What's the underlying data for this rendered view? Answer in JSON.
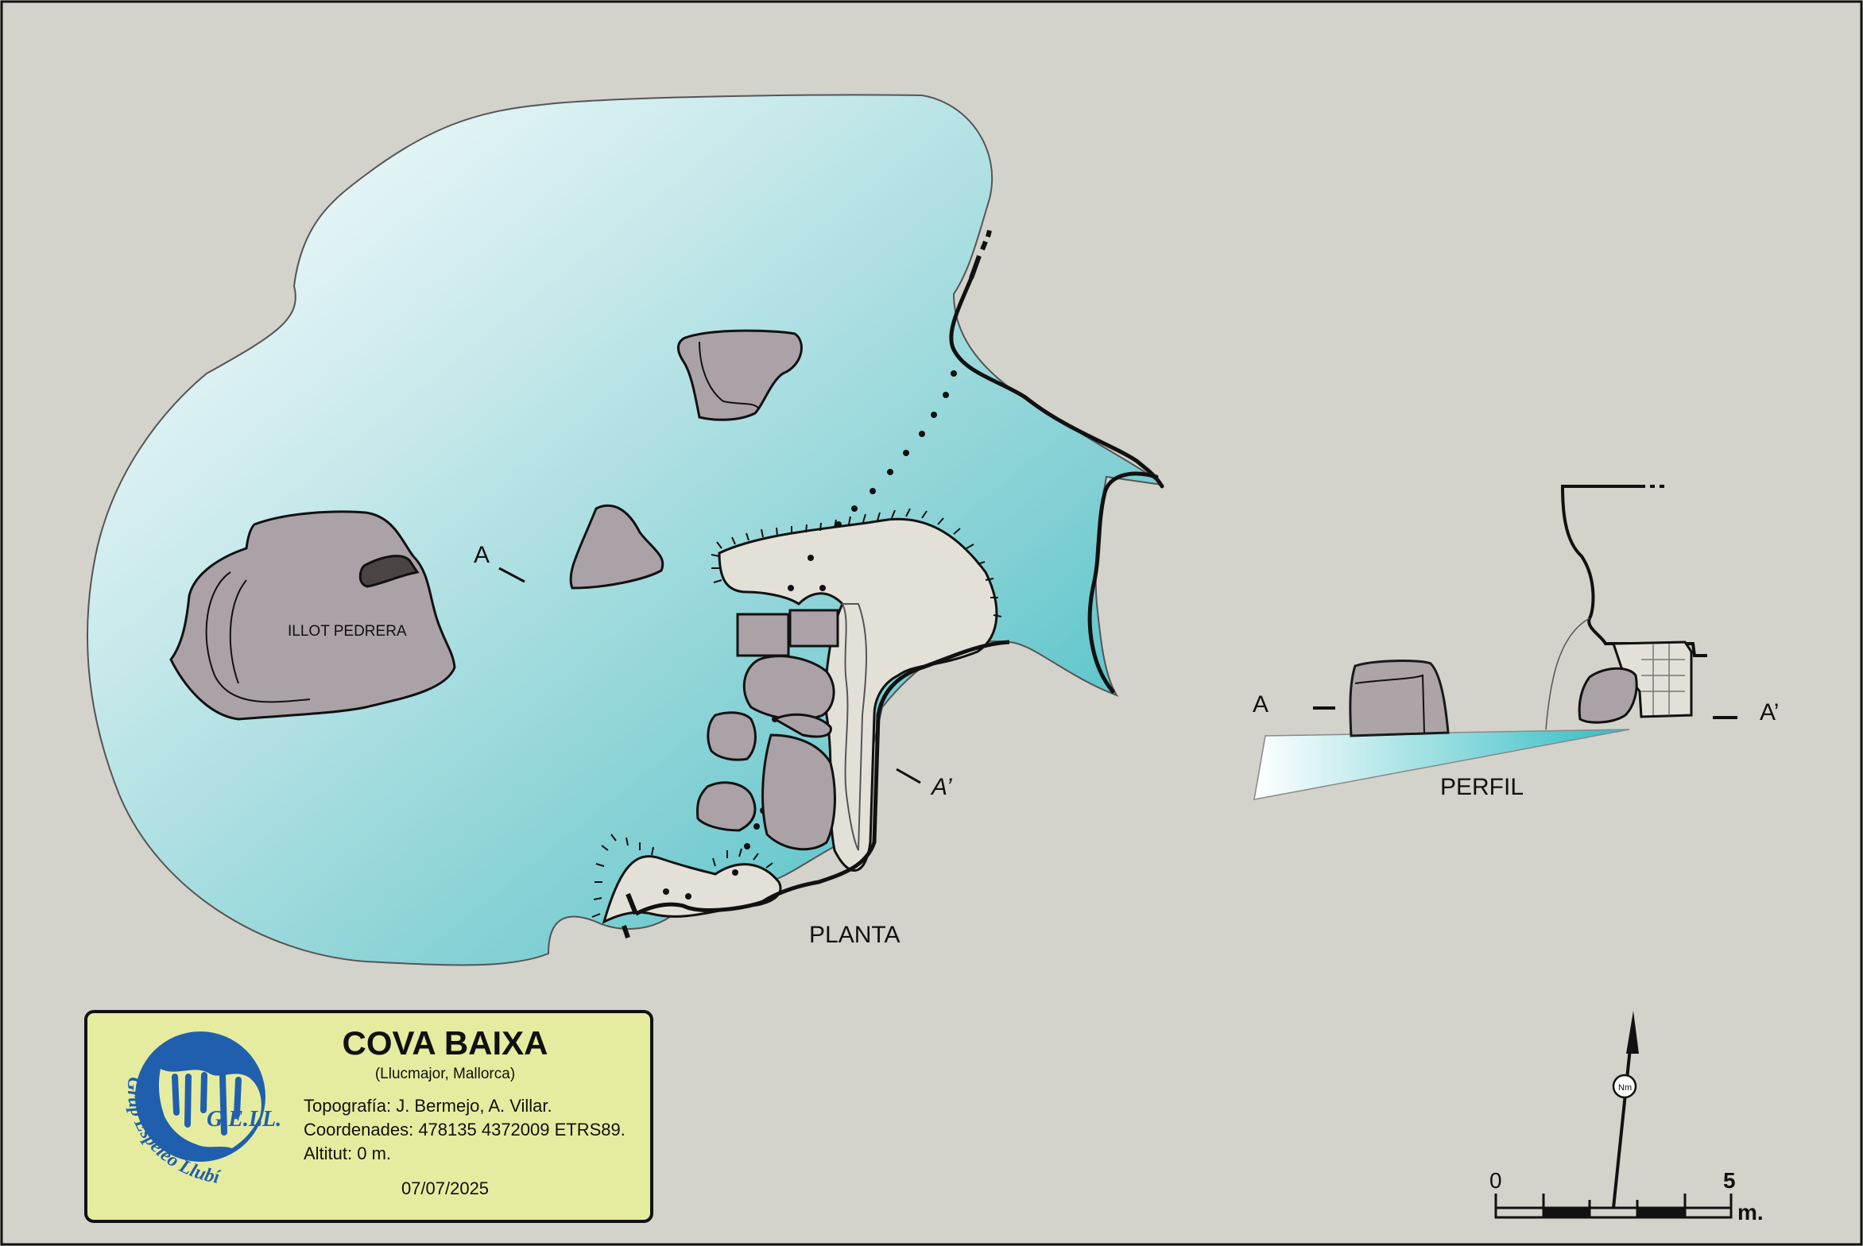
{
  "map": {
    "plan_label": "PLANTA",
    "profile_label": "PERFIL",
    "islet_label": "ILLOT PEDRERA",
    "section_a": "A",
    "section_a_prime": "A’",
    "profile_a": "A",
    "profile_a_prime": "A’",
    "colors": {
      "background": "#d3d2cb",
      "water_light": "#ffffff",
      "water_deep": "#2fbcc3",
      "rock": "#aaa2a6",
      "rock_dark": "#4a4445",
      "land": "#e3e0d8",
      "wall": "#111111"
    }
  },
  "title_block": {
    "title": "COVA BAIXA",
    "subtitle": "(Llucmajor, Mallorca)",
    "survey": "Topografía: J. Bermejo, A. Villar.",
    "coordinates": "Coordenades: 478135 4372009 ETRS89.",
    "altitude": "Altitut: 0 m.",
    "date": "07/07/2025",
    "logo_name": "G.E.LL.",
    "logo_arc_text": "Grup Espeleo Llubí",
    "logo_color": "#1f5fae"
  },
  "scale_bar": {
    "start_label": "0",
    "end_label": "5",
    "unit_label": "m.",
    "north_label": "Nm"
  }
}
